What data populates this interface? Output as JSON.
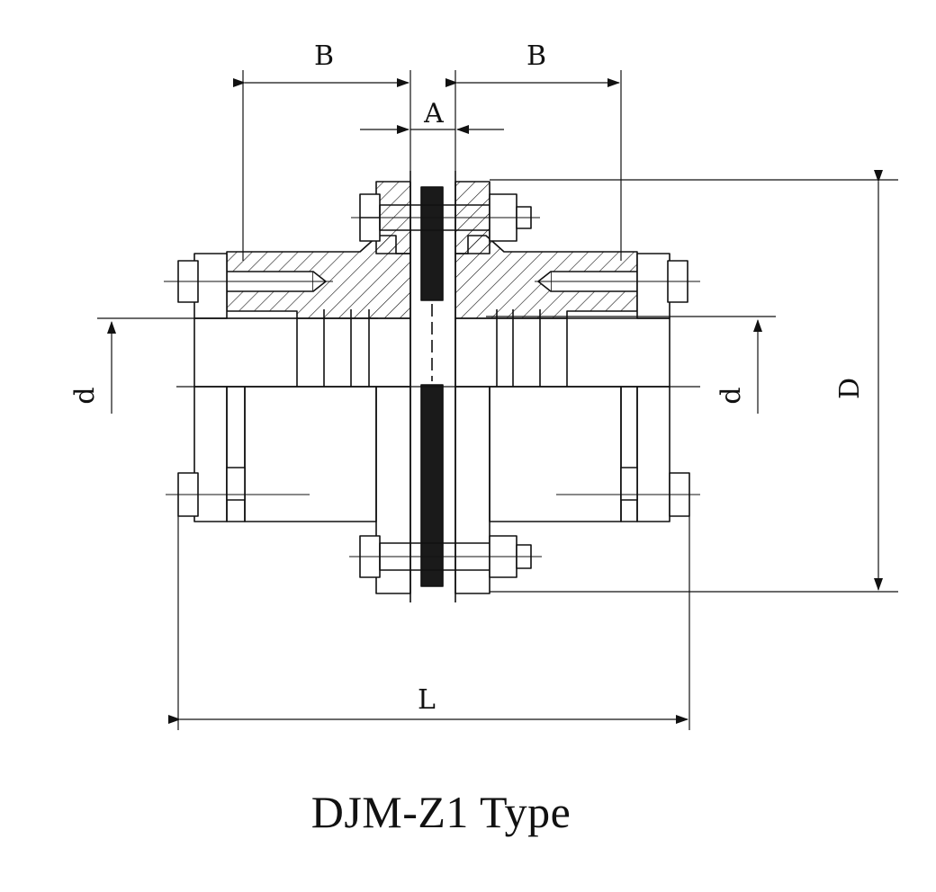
{
  "labels": {
    "b_left": "B",
    "b_right": "B",
    "a": "A",
    "d_left": "d",
    "d_right": "d",
    "d_outer": "D",
    "l": "L"
  },
  "caption": "DJM-Z1 Type",
  "colors": {
    "line": "#111111",
    "disc": "#1a1a1a",
    "background": "#ffffff"
  }
}
